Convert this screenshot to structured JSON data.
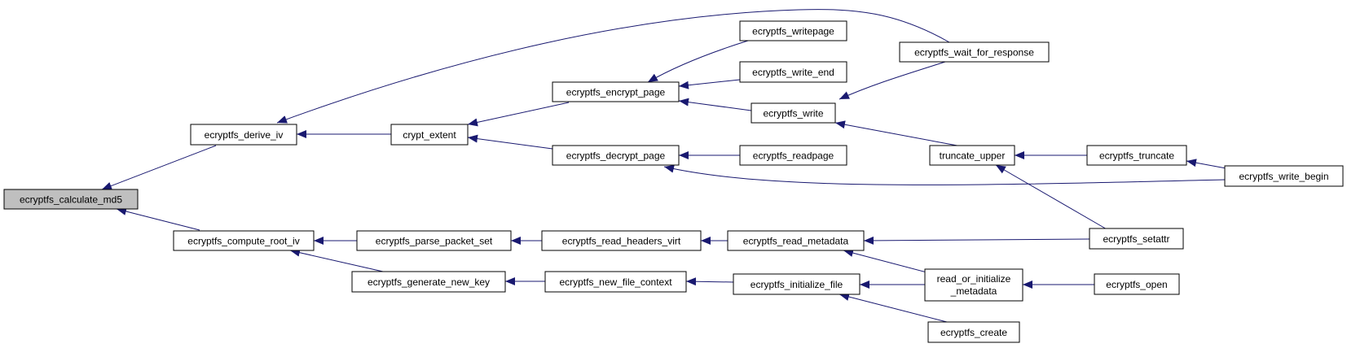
{
  "graph": {
    "colors": {
      "edge": "#191970",
      "root_fill": "#bfbfbf",
      "node_fill": "#ffffff",
      "border": "#000000"
    },
    "nodes": {
      "calculate_md5": {
        "label": "ecryptfs_calculate_md5",
        "root": true
      },
      "derive_iv": {
        "label": "ecryptfs_derive_iv"
      },
      "compute_root_iv": {
        "label": "ecryptfs_compute_root_iv"
      },
      "crypt_extent": {
        "label": "crypt_extent"
      },
      "wait_for_response": {
        "label": "ecryptfs_wait_for_response"
      },
      "encrypt_page": {
        "label": "ecryptfs_encrypt_page"
      },
      "decrypt_page": {
        "label": "ecryptfs_decrypt_page"
      },
      "writepage": {
        "label": "ecryptfs_writepage"
      },
      "write_end": {
        "label": "ecryptfs_write_end"
      },
      "write": {
        "label": "ecryptfs_write"
      },
      "readpage": {
        "label": "ecryptfs_readpage"
      },
      "truncate_upper": {
        "label": "truncate_upper"
      },
      "truncate": {
        "label": "ecryptfs_truncate"
      },
      "write_begin": {
        "label": "ecryptfs_write_begin"
      },
      "parse_packet_set": {
        "label": "ecryptfs_parse_packet_set"
      },
      "generate_new_key": {
        "label": "ecryptfs_generate_new_key"
      },
      "read_headers_virt": {
        "label": "ecryptfs_read_headers_virt"
      },
      "new_file_context": {
        "label": "ecryptfs_new_file_context"
      },
      "read_metadata": {
        "label": "ecryptfs_read_metadata"
      },
      "initialize_file": {
        "label": "ecryptfs_initialize_file"
      },
      "setattr": {
        "label": "ecryptfs_setattr"
      },
      "read_or_init_metadata": {
        "label_line1": "read_or_initialize",
        "label_line2": "_metadata"
      },
      "open": {
        "label": "ecryptfs_open"
      },
      "create": {
        "label": "ecryptfs_create"
      }
    },
    "edges": [
      {
        "from": "derive_iv",
        "to": "calculate_md5"
      },
      {
        "from": "compute_root_iv",
        "to": "calculate_md5"
      },
      {
        "from": "crypt_extent",
        "to": "derive_iv"
      },
      {
        "from": "wait_for_response",
        "to": "derive_iv"
      },
      {
        "from": "encrypt_page",
        "to": "crypt_extent"
      },
      {
        "from": "decrypt_page",
        "to": "crypt_extent"
      },
      {
        "from": "writepage",
        "to": "encrypt_page"
      },
      {
        "from": "write_end",
        "to": "encrypt_page"
      },
      {
        "from": "write",
        "to": "encrypt_page"
      },
      {
        "from": "wait_for_response",
        "to": "write"
      },
      {
        "from": "truncate_upper",
        "to": "write"
      },
      {
        "from": "readpage",
        "to": "decrypt_page"
      },
      {
        "from": "write_begin",
        "to": "decrypt_page"
      },
      {
        "from": "truncate",
        "to": "truncate_upper"
      },
      {
        "from": "setattr",
        "to": "truncate_upper"
      },
      {
        "from": "write_begin",
        "to": "truncate"
      },
      {
        "from": "parse_packet_set",
        "to": "compute_root_iv"
      },
      {
        "from": "generate_new_key",
        "to": "compute_root_iv"
      },
      {
        "from": "read_headers_virt",
        "to": "parse_packet_set"
      },
      {
        "from": "new_file_context",
        "to": "generate_new_key"
      },
      {
        "from": "read_metadata",
        "to": "read_headers_virt"
      },
      {
        "from": "initialize_file",
        "to": "new_file_context"
      },
      {
        "from": "setattr",
        "to": "read_metadata"
      },
      {
        "from": "read_or_init_metadata",
        "to": "read_metadata"
      },
      {
        "from": "read_or_init_metadata",
        "to": "initialize_file"
      },
      {
        "from": "create",
        "to": "initialize_file"
      },
      {
        "from": "open",
        "to": "read_or_init_metadata"
      }
    ]
  }
}
